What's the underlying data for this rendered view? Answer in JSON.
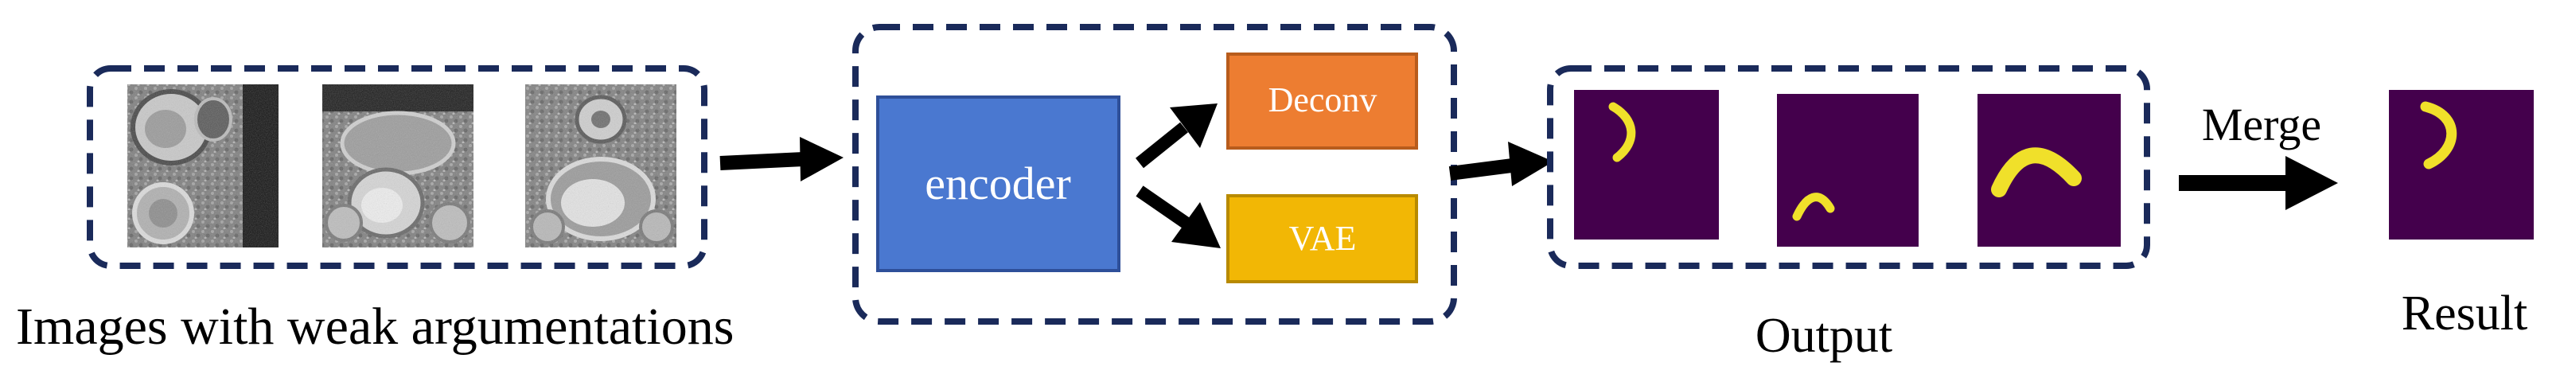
{
  "labels": {
    "input_caption": "Images with weak argumentations",
    "encoder": "encoder",
    "deconv": "Deconv",
    "vae": "VAE",
    "output_caption": "Output",
    "merge": "Merge",
    "result_caption": "Result"
  },
  "colors": {
    "group_border": "#1a2a5a",
    "encoder_fill": "#4a78d0",
    "encoder_border": "#2e4f99",
    "deconv_fill": "#ed7d31",
    "deconv_border": "#b85c1c",
    "vae_fill": "#f2b705",
    "vae_border": "#b88a00",
    "mask_background": "#44004c",
    "mask_foreground": "#f0e02a",
    "arrow": "#000000"
  },
  "icons": {
    "input_images": "mri-slice-thumbnail",
    "output_images": "segmentation-mask-thumbnail",
    "arrows": "arrow-right-icon"
  }
}
